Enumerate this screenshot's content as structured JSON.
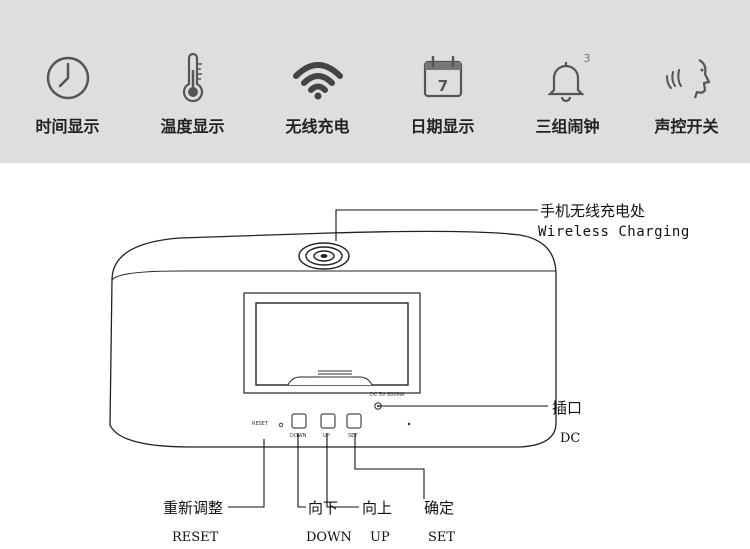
{
  "features": [
    {
      "label": "时间显示",
      "icon": "clock-icon"
    },
    {
      "label": "温度显示",
      "icon": "thermometer-icon"
    },
    {
      "label": "无线充电",
      "icon": "wireless-icon"
    },
    {
      "label": "日期显示",
      "icon": "calendar-icon",
      "badge": "7"
    },
    {
      "label": "三组闹钟",
      "icon": "bell-icon",
      "badge": "3"
    },
    {
      "label": "声控开关",
      "icon": "voice-icon"
    }
  ],
  "callouts": {
    "wireless": {
      "cn": "手机无线充电处",
      "en": "Wireless Charging"
    },
    "dc": {
      "cn": "插口",
      "en": "DC"
    },
    "reset": {
      "cn": "重新调整",
      "en": "RESET"
    },
    "down": {
      "cn": "向下",
      "en": "DOWN"
    },
    "up": {
      "cn": "向上",
      "en": "UP"
    },
    "set": {
      "cn": "确定",
      "en": "SET"
    }
  },
  "device_labels": {
    "reset": "RESET",
    "down": "DOWN",
    "up": "UP",
    "set": "SET",
    "dc_spec": "DC 5V 800MA"
  },
  "colors": {
    "bar": "#dedede",
    "icon": "#555555",
    "line": "#111111"
  }
}
